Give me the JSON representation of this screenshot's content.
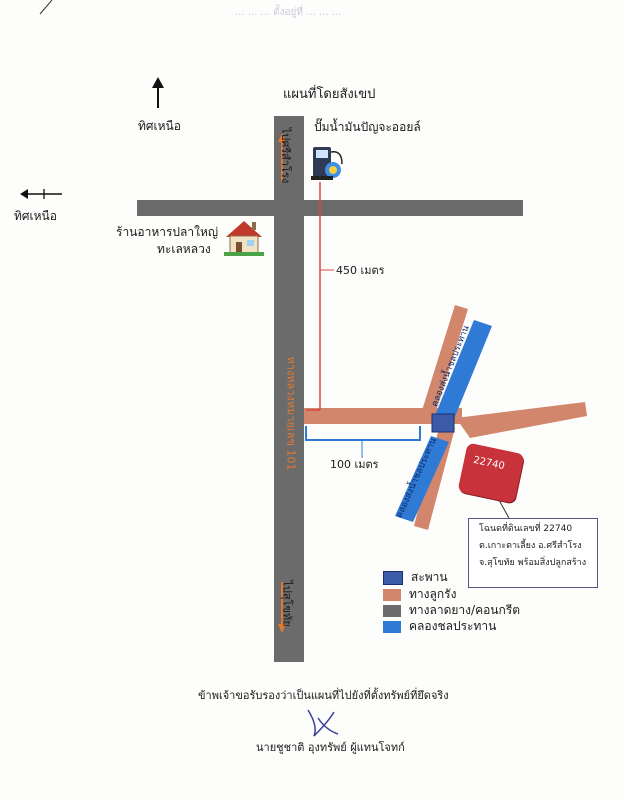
{
  "title": "แผนที่โดยสังเขป",
  "header_faint": "... ... ... ตั้งอยู่ที่ ... ... ...",
  "north_labels": {
    "top": "ทิศเหนือ",
    "left": "ทิศเหนือ"
  },
  "landmarks": {
    "gas_station": "ปั๊มน้ำมันปัญจะออยล์",
    "restaurant_line1": "ร้านอาหารปลาใหญ่",
    "restaurant_line2": "ทะเลหลวง"
  },
  "road_labels": {
    "to_north": "ไปศรีสำโรง",
    "to_south": "ไปสุโขทัย",
    "highway": "ทางหลวงหมายเลข 101"
  },
  "canal_labels": {
    "upper": "คลองส่งน้ำชลประทาน",
    "lower": "คลองส่งน้ำชลประทาน"
  },
  "distances": {
    "vertical": "450 เมตร",
    "horizontal": "100 เมตร"
  },
  "parcel": {
    "number": "22740",
    "color": "#c8323a"
  },
  "deed": {
    "line1": "โฉนดที่ดินเลขที่ 22740",
    "line2": "ต.เกาะตาเลี้ยง อ.ศรีสำโรง",
    "line3": "จ.สุโขทัย  พร้อมสิ่งปลูกสร้าง"
  },
  "legend": [
    {
      "label": "สะพาน",
      "color": "#3b5aa8"
    },
    {
      "label": "ทางลูกรัง",
      "color": "#d2876d"
    },
    {
      "label": "ทางลาดยาง/คอนกรีต",
      "color": "#6b6b6b"
    },
    {
      "label": "คลองชลประทาน",
      "color": "#2f7ad4"
    }
  ],
  "footer": {
    "certification": "ข้าพเจ้าขอรับรองว่าเป็นแผนที่ไปยังที่ตั้งทรัพย์ที่ยึดจริง",
    "signer": "นายชูชาติ อุงทรัพย์ ผู้แทนโจทก์"
  },
  "colors": {
    "asphalt": "#6b6b6b",
    "laterite": "#d2876d",
    "canal": "#2f7ad4",
    "bridge": "#3b5aa8",
    "distance_line": "#d94545",
    "dimension": "#2f7ad4",
    "arrow_orange": "#e07a30"
  }
}
